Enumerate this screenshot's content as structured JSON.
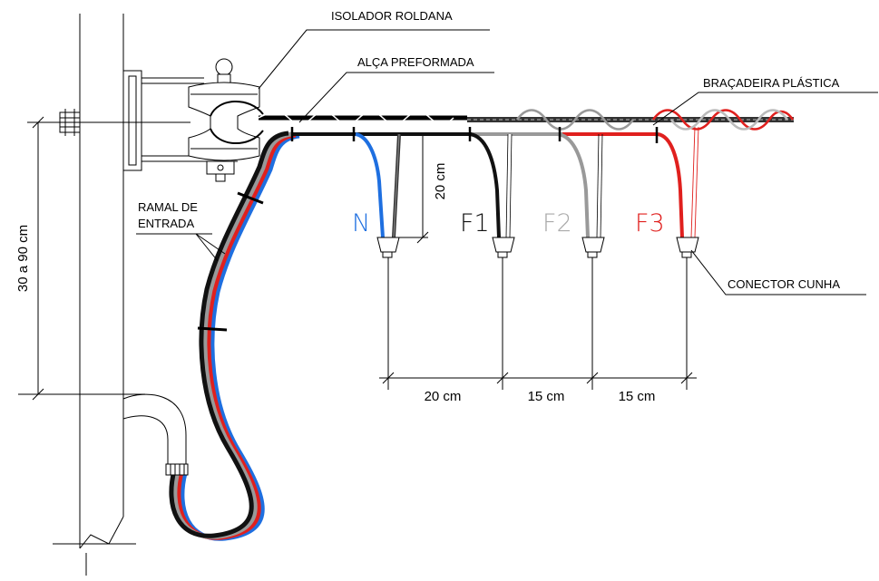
{
  "labels": {
    "isolador": "ISOLADOR ROLDANA",
    "alca": "ALÇA PREFORMADA",
    "bracadeira": "BRAÇADEIRA PLÁSTICA",
    "ramal_line1": "RAMAL DE",
    "ramal_line2": "ENTRADA",
    "conector": "CONECTOR CUNHA"
  },
  "dimensions": {
    "height": "30 a 90 cm",
    "drop": "20 cm",
    "span_n_f1": "20 cm",
    "span_f1_f2": "15 cm",
    "span_f2_f3": "15 cm"
  },
  "conductors": [
    {
      "label": "N",
      "color": "#1e6fe0"
    },
    {
      "label": "F1",
      "color": "#111111"
    },
    {
      "label": "F2",
      "color": "#aaaaaa"
    },
    {
      "label": "F3",
      "color": "#e0201e"
    }
  ],
  "colors": {
    "neutral": "#1e6fe0",
    "phase1": "#111111",
    "phase2": "#999999",
    "phase3": "#e0201e"
  }
}
